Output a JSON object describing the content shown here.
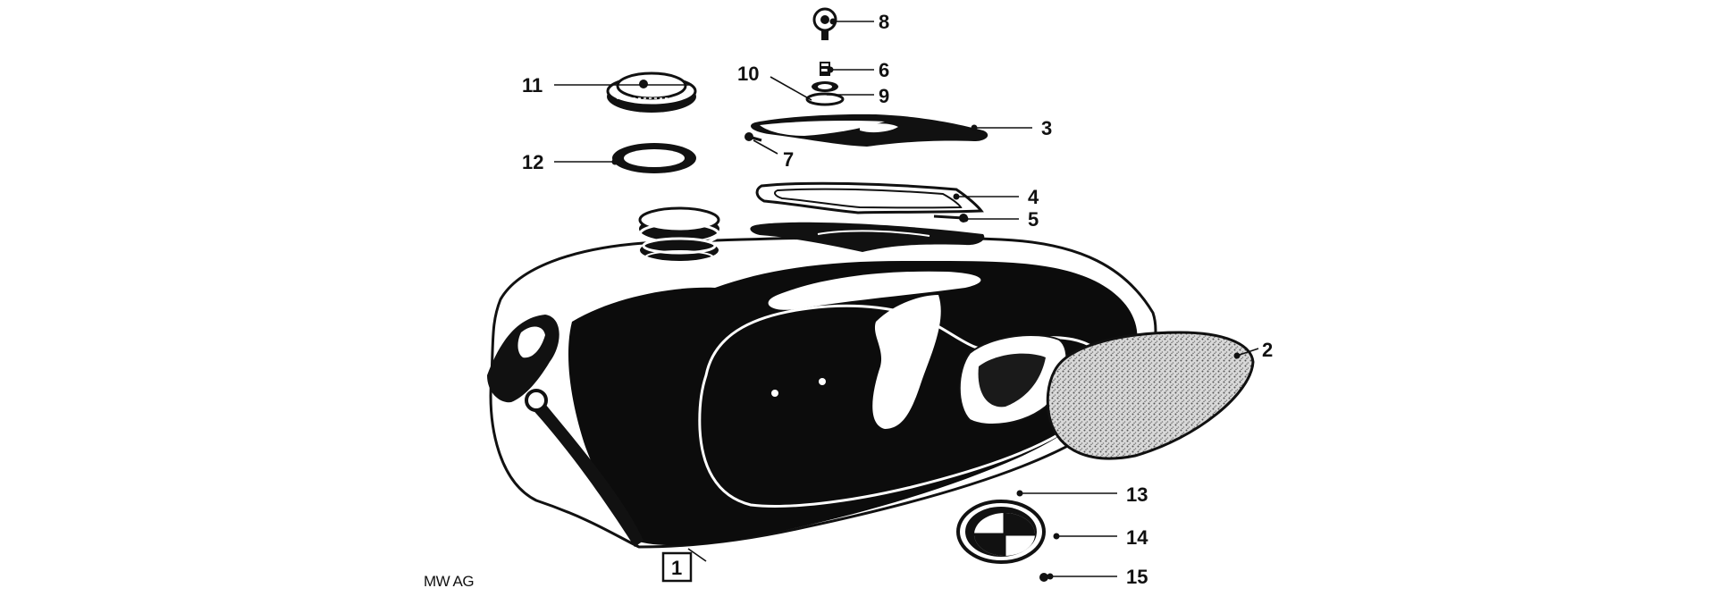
{
  "credit": "MW AG",
  "boxed_label": "1",
  "callouts": [
    {
      "id": "2",
      "part": "tank-knee-pad"
    },
    {
      "id": "3",
      "part": "tank-top-cover"
    },
    {
      "id": "4",
      "part": "cover-gasket"
    },
    {
      "id": "5",
      "part": "screw"
    },
    {
      "id": "6",
      "part": "bolt"
    },
    {
      "id": "7",
      "part": "screw"
    },
    {
      "id": "8",
      "part": "knob"
    },
    {
      "id": "9",
      "part": "washer"
    },
    {
      "id": "10",
      "part": "nut"
    },
    {
      "id": "11",
      "part": "filler-cap"
    },
    {
      "id": "12",
      "part": "cap-seal"
    },
    {
      "id": "13",
      "part": "emblem-ring"
    },
    {
      "id": "14",
      "part": "emblem"
    },
    {
      "id": "15",
      "part": "emblem-screw"
    }
  ],
  "colors": {
    "ink": "#111111",
    "paper": "#ffffff",
    "pad": "#bdbdbd"
  }
}
